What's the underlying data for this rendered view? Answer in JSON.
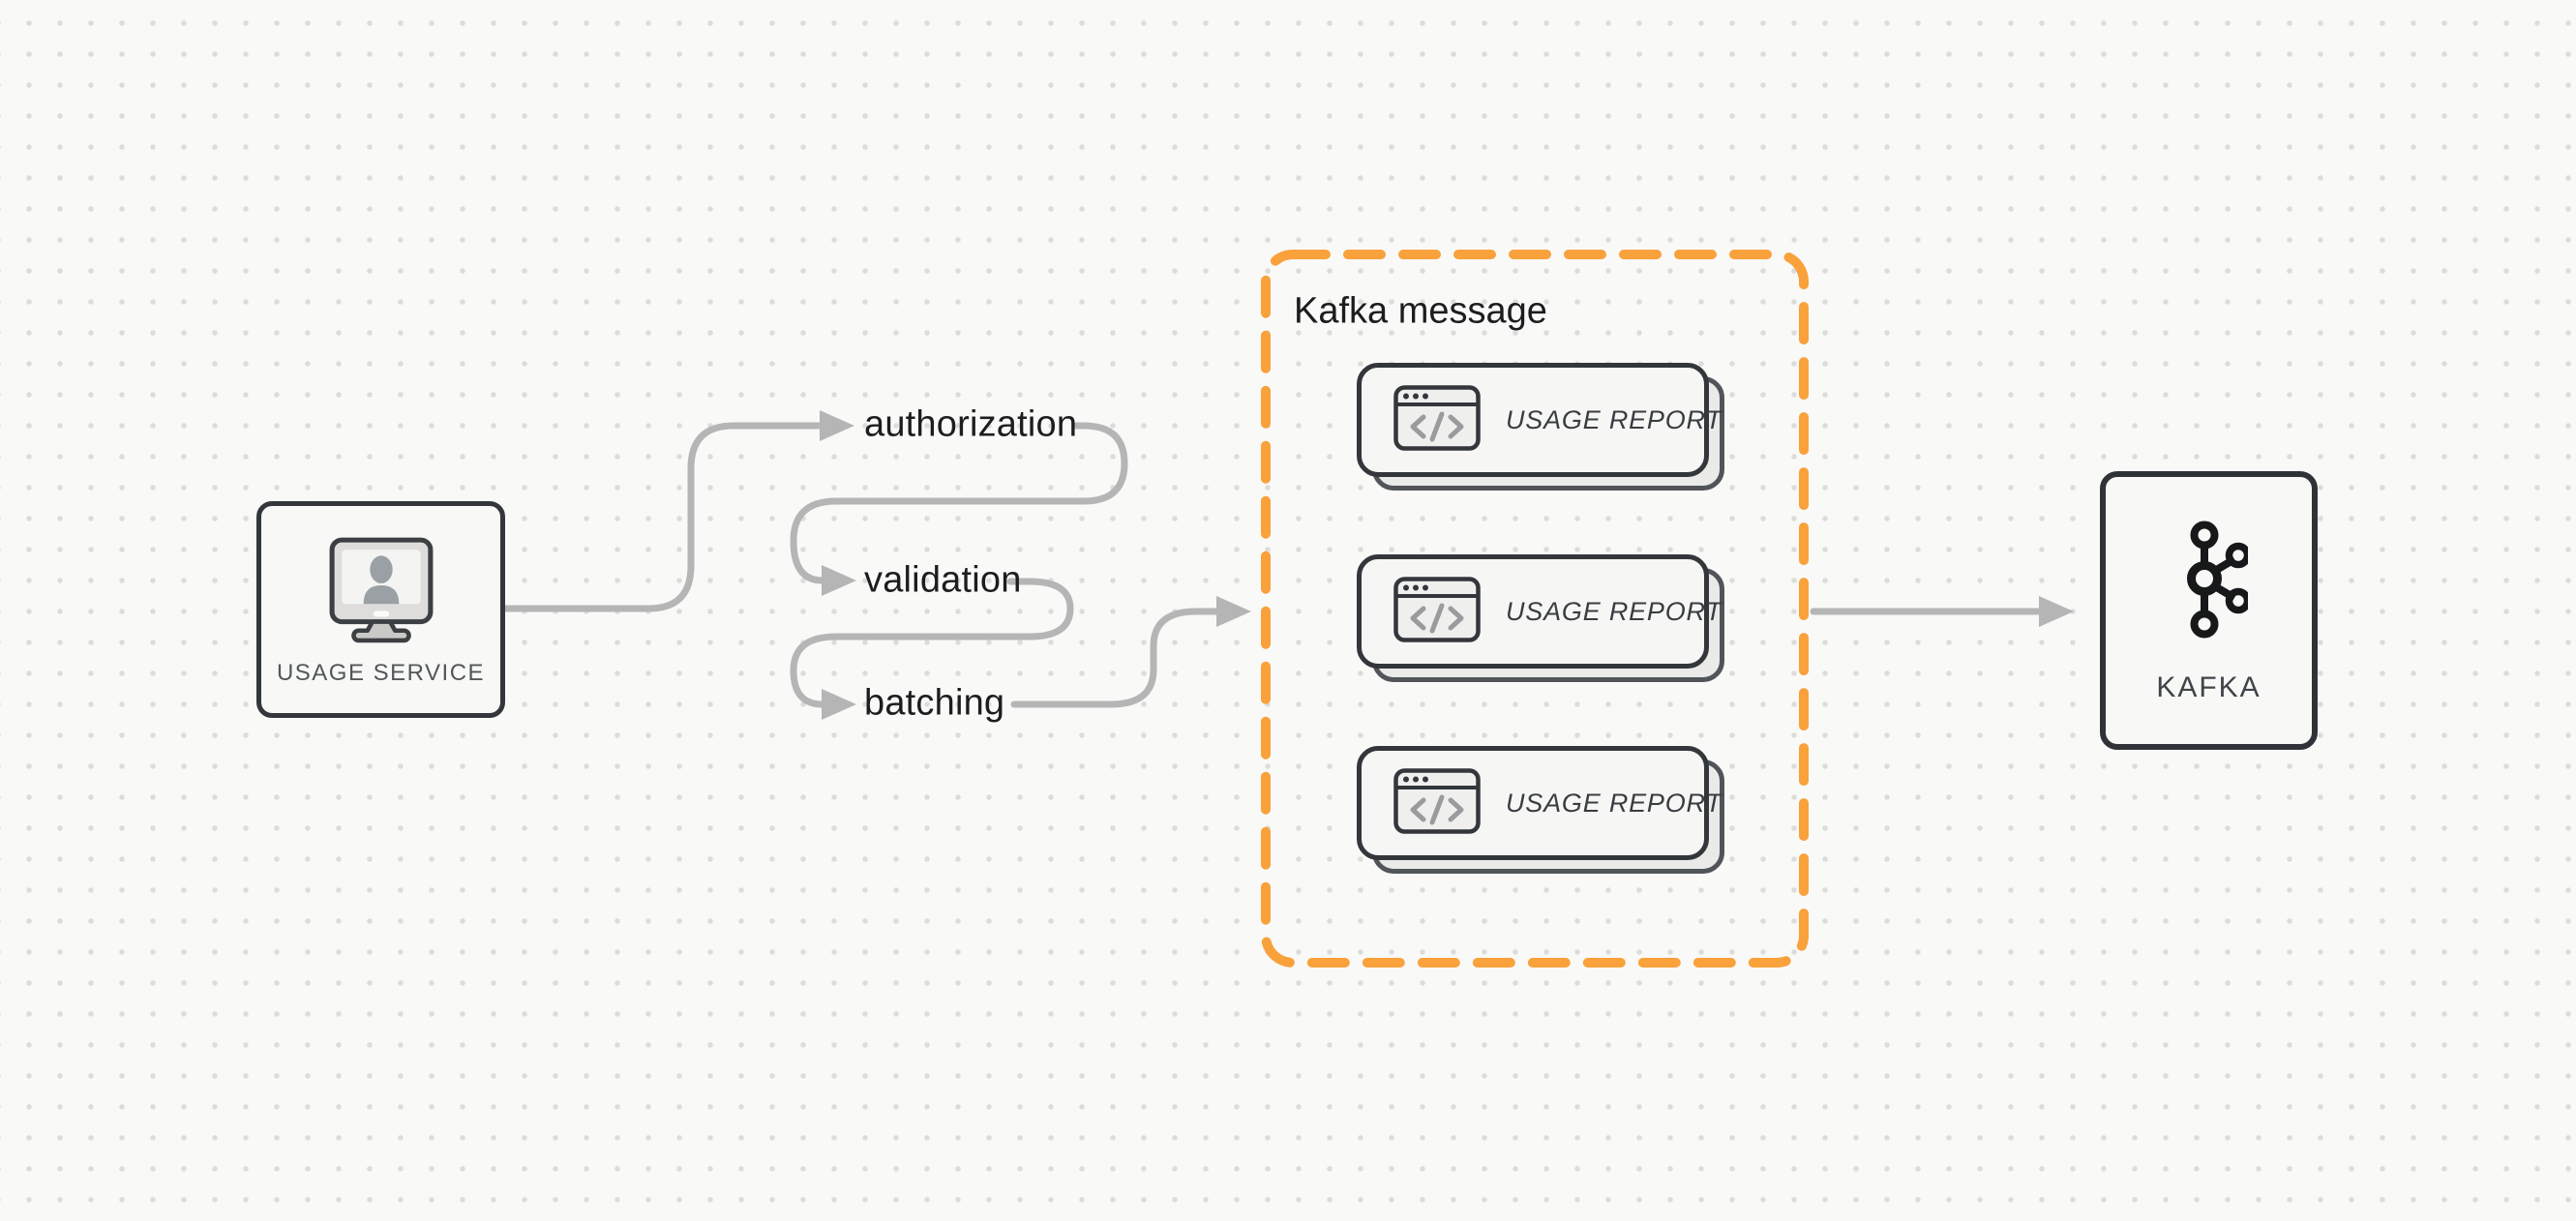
{
  "canvas": {
    "background_color": "#f9f9f8",
    "dot_color": "#dcdcda",
    "arrow_color": "#b5b5b5",
    "accent_orange": "#F9A13B"
  },
  "usage_service": {
    "label": "USAGE SERVICE",
    "icon": "monitor-user-icon"
  },
  "pipeline_steps": [
    {
      "label": "authorization"
    },
    {
      "label": "validation"
    },
    {
      "label": "batching"
    }
  ],
  "kafka_message": {
    "title": "Kafka message",
    "cards": [
      {
        "label": "USAGE REPORT",
        "icon": "code-window-icon"
      },
      {
        "label": "USAGE REPORT",
        "icon": "code-window-icon"
      },
      {
        "label": "USAGE REPORT",
        "icon": "code-window-icon"
      }
    ]
  },
  "kafka": {
    "label": "KAFKA",
    "icon": "kafka-logo-icon"
  }
}
